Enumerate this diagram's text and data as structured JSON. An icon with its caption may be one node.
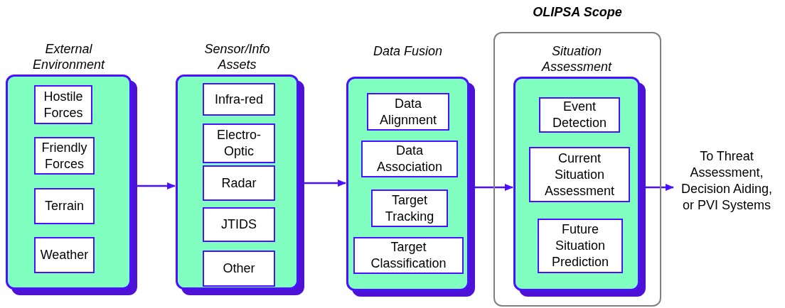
{
  "diagram": {
    "nodes": [
      {
        "text": [
          "External Environment"
        ]
      },
      {
        "text": [
          "Hostile Forces"
        ],
        "in": 0
      },
      {
        "text": [
          "Friendly Forces"
        ],
        "in": 0
      },
      {
        "text": [
          "Terrain"
        ],
        "in": 0
      },
      {
        "text": [
          "Weather"
        ],
        "in": 0
      },
      {
        "text": [
          "Sensor/Info Assets"
        ]
      },
      {
        "text": [
          "Infra-red"
        ],
        "in": 5
      },
      {
        "text": [
          "Electro-Optic"
        ],
        "in": 5
      },
      {
        "text": [
          "Radar"
        ],
        "in": 5
      },
      {
        "text": [
          "JTIDS"
        ],
        "in": 5
      },
      {
        "text": [
          "Other"
        ],
        "in": 5
      },
      {
        "text": [
          "Data Fusion"
        ]
      },
      {
        "text": [
          "Data Alignment"
        ],
        "in": 11
      },
      {
        "text": [
          "Data Association"
        ],
        "in": 11
      },
      {
        "text": [
          "Target Tracking"
        ],
        "in": 11
      },
      {
        "text": [
          "Target Classification"
        ],
        "in": 11
      },
      {
        "text": [
          "OLIPSA Scope"
        ]
      },
      {
        "text": [
          "Situation Assessment"
        ],
        "in": 16
      },
      {
        "text": [
          "Event Detection"
        ],
        "in": 17
      },
      {
        "text": [
          "Current Situation Assessment"
        ],
        "in": 17
      },
      {
        "text": [
          "Future Situation Prediction"
        ],
        "in": 17
      },
      {
        "text": [
          "To Threat Assessment, Decision Aiding, or PVI Systems"
        ]
      }
    ],
    "edges": [
      {
        "from": 0,
        "to": 5,
        "arrow": "to"
      },
      {
        "from": 5,
        "to": 11,
        "arrow": "to"
      },
      {
        "from": 11,
        "to": 17,
        "arrow": "to"
      },
      {
        "from": 17,
        "to": 21,
        "arrow": "to"
      }
    ]
  }
}
